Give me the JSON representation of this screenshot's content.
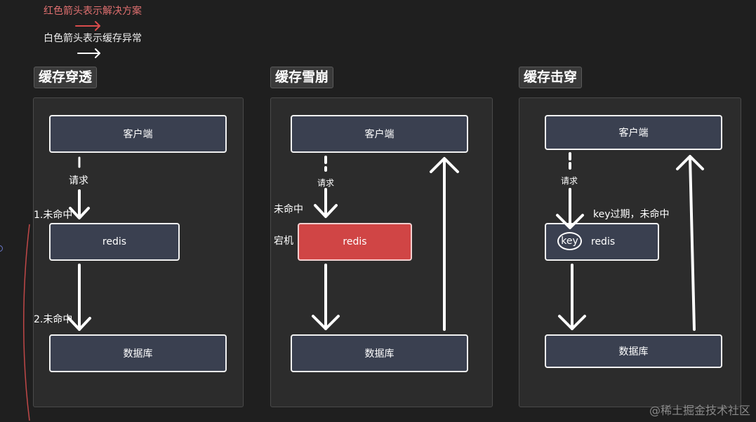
{
  "legend": {
    "red_text": "红色箭头表示解决方案",
    "white_text": "白色箭头表示缓存异常",
    "red_color": "#d94c4c",
    "white_color": "#ffffff"
  },
  "penetration": {
    "title": "缓存穿透",
    "client": "客户端",
    "redis": "redis",
    "database": "数据库",
    "request_label": "请求",
    "miss1_label": "1.未命中",
    "miss2_label": "2.未命中"
  },
  "avalanche": {
    "title": "缓存雪崩",
    "client": "客户端",
    "redis": "redis",
    "database": "数据库",
    "request_label": "请求",
    "miss_label": "未命中",
    "down_label": "宕机",
    "redis_down_color": "#d04545"
  },
  "breakdown": {
    "title": "缓存击穿",
    "client": "客户端",
    "redis": "redis",
    "key_badge": "key",
    "database": "数据库",
    "request_label": "请求",
    "expired_label": "key过期，未命中"
  },
  "watermark": "@稀土掘金技术社区"
}
